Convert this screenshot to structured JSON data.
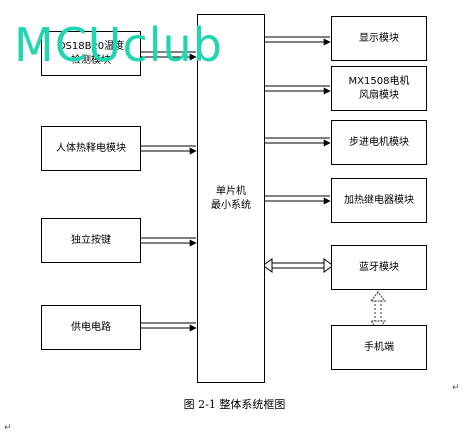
{
  "diagram": {
    "left_modules": [
      {
        "id": "ds18b20",
        "label": "DS18B20温度\n检测模块"
      },
      {
        "id": "pir",
        "label": "人体热释电模块"
      },
      {
        "id": "key",
        "label": "独立按键"
      },
      {
        "id": "power",
        "label": "供电电路"
      }
    ],
    "mcu": {
      "label": "单片机\n最小系统"
    },
    "right_modules": [
      {
        "id": "display",
        "label": "显示模块"
      },
      {
        "id": "fan",
        "label": "MX1508电机\n风扇模块"
      },
      {
        "id": "stepper",
        "label": "步进电机模块"
      },
      {
        "id": "heater",
        "label": "加热继电器模块"
      },
      {
        "id": "bluetooth",
        "label": "蓝牙模块"
      },
      {
        "id": "phone",
        "label": "手机端"
      }
    ],
    "caption": "图 2-1  整体系统框图",
    "watermark": "MCUclub",
    "colors": {
      "watermark": "#1fd6b0",
      "line": "#000000",
      "dashed": "#333333"
    }
  }
}
